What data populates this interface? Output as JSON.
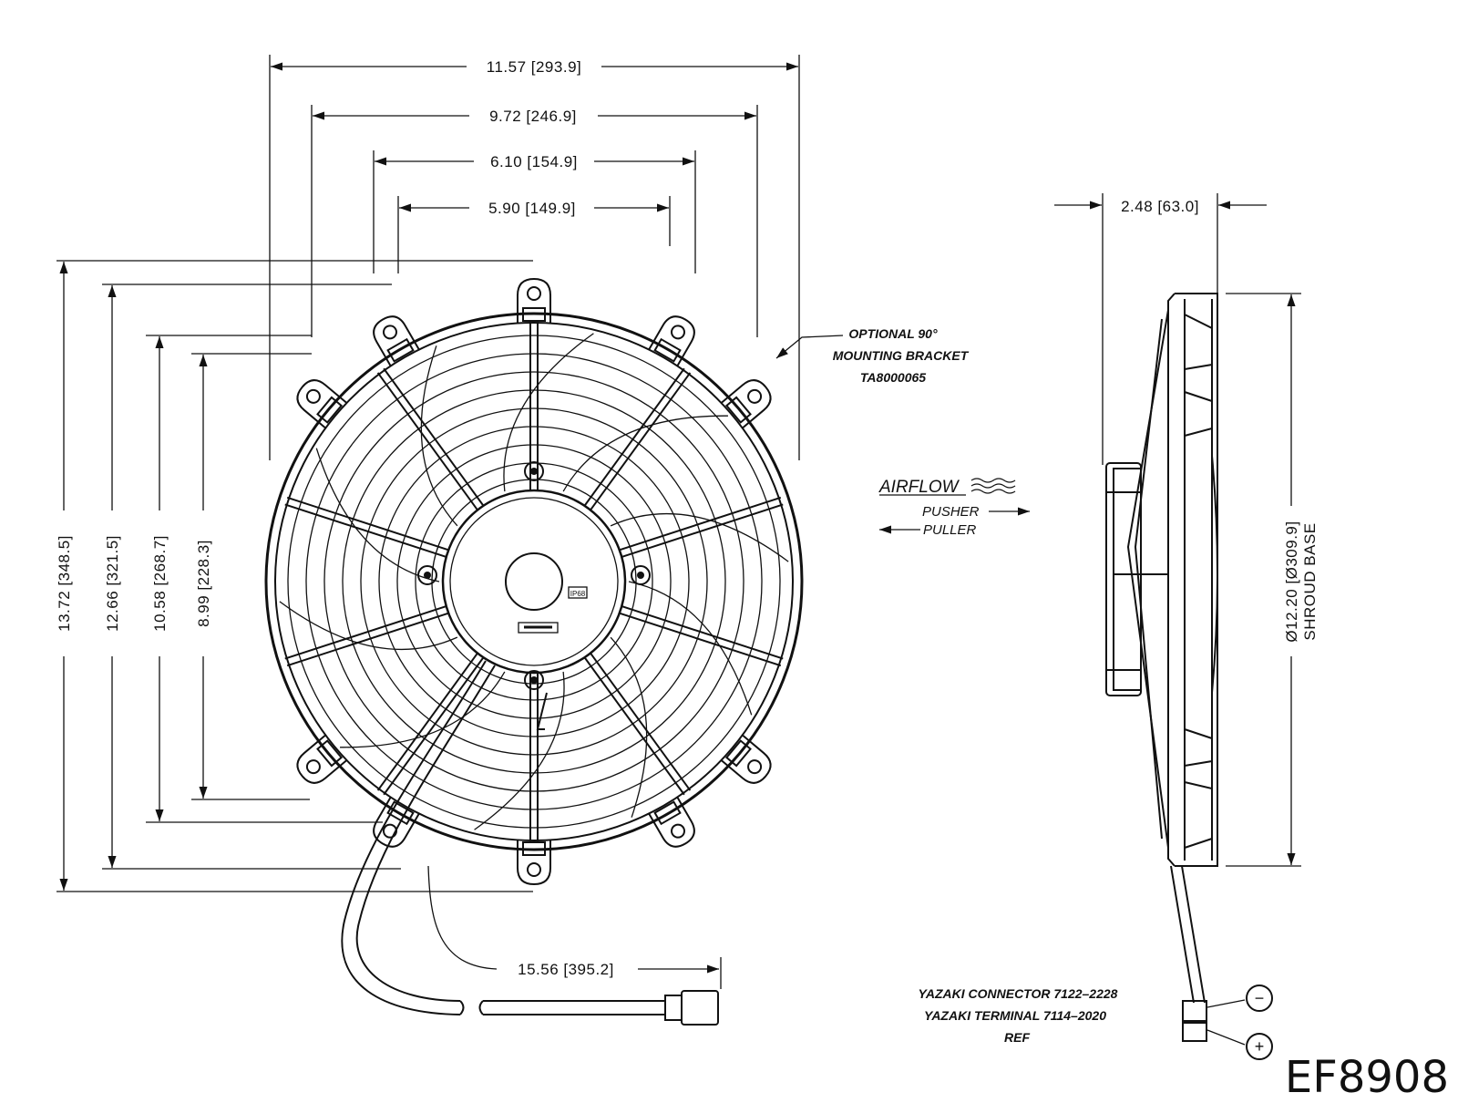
{
  "part_number": "EF8908",
  "dimensions": {
    "overall_width": "11.57 [293.9]",
    "outer_bolt_width": "9.72 [246.9]",
    "mid_bolt_width": "6.10 [154.9]",
    "inner_bolt_width": "5.90 [149.9]",
    "overall_height": "13.72 [348.5]",
    "height_2": "12.66 [321.5]",
    "height_3": "10.58 [268.7]",
    "height_4": "8.99 [228.3]",
    "depth": "2.48 [63.0]",
    "shroud_diameter": "Ø12.20 [Ø309.9]",
    "shroud_label": "SHROUD BASE",
    "lead_length": "15.56 [395.2]"
  },
  "notes": {
    "bracket_line1": "OPTIONAL 90°",
    "bracket_line2": "MOUNTING BRACKET",
    "bracket_line3": "TA8000065",
    "airflow": "AIRFLOW",
    "pusher": "PUSHER",
    "puller": "PULLER",
    "connector_line1": "YAZAKI CONNECTOR 7122–2228",
    "connector_line2": "YAZAKI TERMINAL 7114–2020",
    "connector_line3": "REF",
    "motor_badge": "IP68",
    "negative": "−",
    "positive": "+"
  }
}
